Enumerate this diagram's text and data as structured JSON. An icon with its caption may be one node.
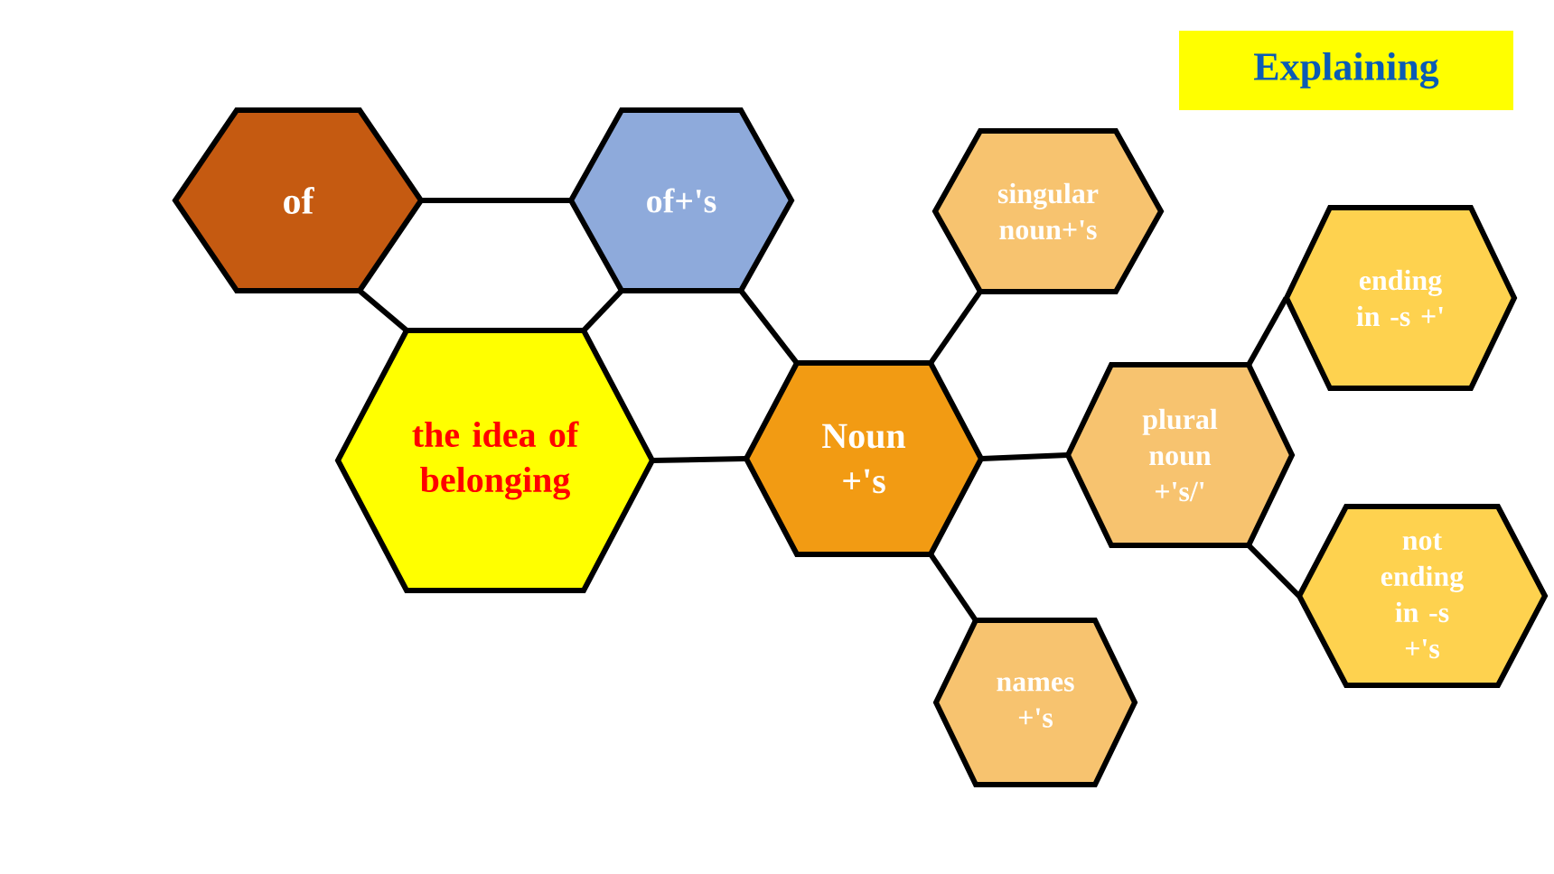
{
  "diagram": {
    "nodes": [
      {
        "text": [
          "Explaining"
        ]
      },
      {
        "text": [
          "of"
        ]
      },
      {
        "text": [
          "of+'s"
        ]
      },
      {
        "text": [
          "the idea of belonging"
        ]
      },
      {
        "text": [
          "Noun +'s"
        ]
      },
      {
        "text": [
          "singular noun+'s"
        ]
      },
      {
        "text": [
          "plural noun +'s/'"
        ]
      },
      {
        "text": [
          "ending in -s +'"
        ]
      },
      {
        "text": [
          "not ending in -s +'s"
        ]
      },
      {
        "text": [
          "names +'s"
        ]
      }
    ],
    "edges": [
      {
        "from": 1,
        "to": 2,
        "arrow": "none"
      },
      {
        "from": 1,
        "to": 3,
        "arrow": "none"
      },
      {
        "from": 2,
        "to": 3,
        "arrow": "none"
      },
      {
        "from": 2,
        "to": 4,
        "arrow": "none"
      },
      {
        "from": 3,
        "to": 4,
        "arrow": "none"
      },
      {
        "from": 4,
        "to": 5,
        "arrow": "none"
      },
      {
        "from": 4,
        "to": 6,
        "arrow": "none"
      },
      {
        "from": 4,
        "to": 9,
        "arrow": "none"
      },
      {
        "from": 6,
        "to": 7,
        "arrow": "none"
      },
      {
        "from": 6,
        "to": 8,
        "arrow": "none"
      }
    ]
  }
}
